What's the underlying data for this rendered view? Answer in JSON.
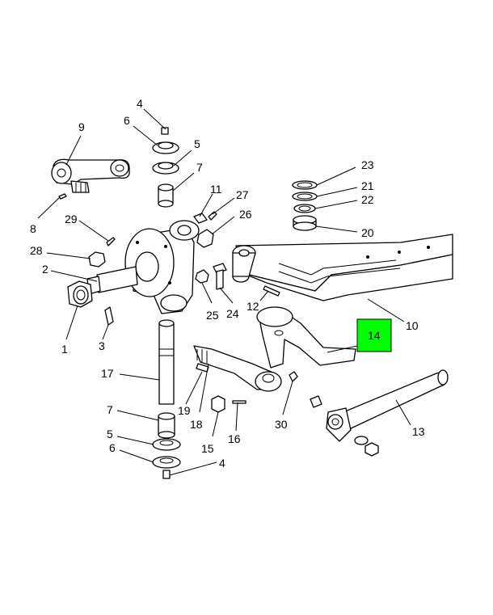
{
  "highlight": {
    "color": "#00ff00",
    "label": "14"
  },
  "callouts": {
    "c1": "1",
    "c2": "2",
    "c3": "3",
    "c4a": "4",
    "c4b": "4",
    "c5a": "5",
    "c5b": "5",
    "c6a": "6",
    "c6b": "6",
    "c7a": "7",
    "c7b": "7",
    "c8": "8",
    "c9": "9",
    "c10": "10",
    "c11": "11",
    "c12": "12",
    "c13": "13",
    "c15": "15",
    "c16": "16",
    "c17": "17",
    "c18": "18",
    "c19": "19",
    "c20": "20",
    "c21": "21",
    "c22": "22",
    "c23": "23",
    "c24": "24",
    "c25": "25",
    "c26": "26",
    "c27": "27",
    "c28": "28",
    "c29": "29",
    "c30": "30"
  },
  "icons": {
    "axle_beam": "axle-beam-icon",
    "steering_knuckle": "steering-knuckle-icon",
    "steering_arm": "steering-arm-icon",
    "tie_rod_arm": "tie-rod-arm-icon",
    "tie_rod": "tie-rod-icon",
    "king_pin": "king-pin-icon"
  }
}
